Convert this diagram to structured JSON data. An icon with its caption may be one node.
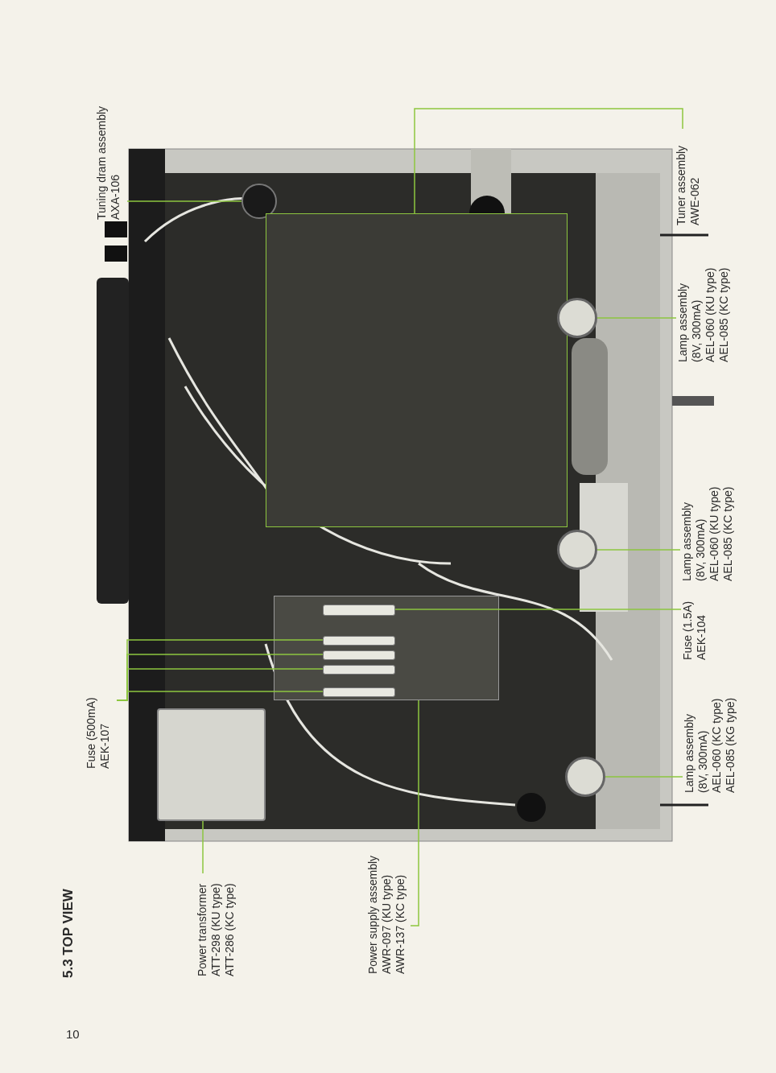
{
  "diagram": {
    "title": "5.3 TOP VIEW",
    "nodes": [
      {
        "text": [
          "Tuning dram assembly",
          "AXA-106"
        ]
      },
      {
        "text": [],
        "shape": "circle"
      },
      {
        "text": [
          "Tuner assembly",
          "AWE-062"
        ]
      },
      {
        "text": [],
        "shape": "box"
      },
      {
        "text": [
          "Lamp assembly",
          "(8V, 300mA)",
          "AEL-060 (KU type)",
          "AEL-085 (KC type)"
        ]
      },
      {
        "text": [],
        "shape": "circle"
      },
      {
        "text": [
          "Lamp assembly",
          "(8V, 300mA)",
          "AEL-060 (KU type)",
          "AEL-085 (KC type)"
        ]
      },
      {
        "text": [],
        "shape": "circle"
      },
      {
        "text": [
          "Fuse (1.5A)",
          "AEK-104"
        ]
      },
      {
        "text": [],
        "shape": "box"
      },
      {
        "text": [],
        "shape": "bar",
        "in": 9
      },
      {
        "text": [
          "Lamp assembly",
          "(8V, 300mA)",
          "AEL-060 (KC type)",
          "AEL-085 (KG type)"
        ]
      },
      {
        "text": [],
        "shape": "circle"
      },
      {
        "text": [
          "Fuse (500mA)",
          "AEK-107"
        ]
      },
      {
        "text": [],
        "shape": "bar",
        "in": 9
      },
      {
        "text": [],
        "shape": "bar",
        "in": 9
      },
      {
        "text": [],
        "shape": "bar",
        "in": 9
      },
      {
        "text": [],
        "shape": "bar",
        "in": 9
      },
      {
        "text": [
          "Power transformer",
          "ATT-298 (KU type)",
          "ATT-286 (KC type)"
        ]
      },
      {
        "text": [],
        "shape": "box"
      },
      {
        "text": [
          "Power supply assembly",
          "AWR-097 (KU type)",
          "AWR-137 (KC type)"
        ]
      }
    ],
    "edges": [
      {
        "from": 0,
        "to": 1,
        "arrow": "none"
      },
      {
        "from": 2,
        "to": 3,
        "arrow": "none"
      },
      {
        "from": 4,
        "to": 5,
        "arrow": "none"
      },
      {
        "from": 6,
        "to": 7,
        "arrow": "none"
      },
      {
        "from": 8,
        "to": 10,
        "arrow": "none"
      },
      {
        "from": 11,
        "to": 12,
        "arrow": "none"
      },
      {
        "from": 13,
        "to": 14,
        "arrow": "none"
      },
      {
        "from": 13,
        "to": 15,
        "arrow": "none"
      },
      {
        "from": 13,
        "to": 16,
        "arrow": "none"
      },
      {
        "from": 13,
        "to": 17,
        "arrow": "none"
      },
      {
        "from": 18,
        "to": 19,
        "arrow": "none"
      },
      {
        "from": 20,
        "to": 9,
        "arrow": "none"
      }
    ],
    "labels": [
      "10"
    ]
  }
}
